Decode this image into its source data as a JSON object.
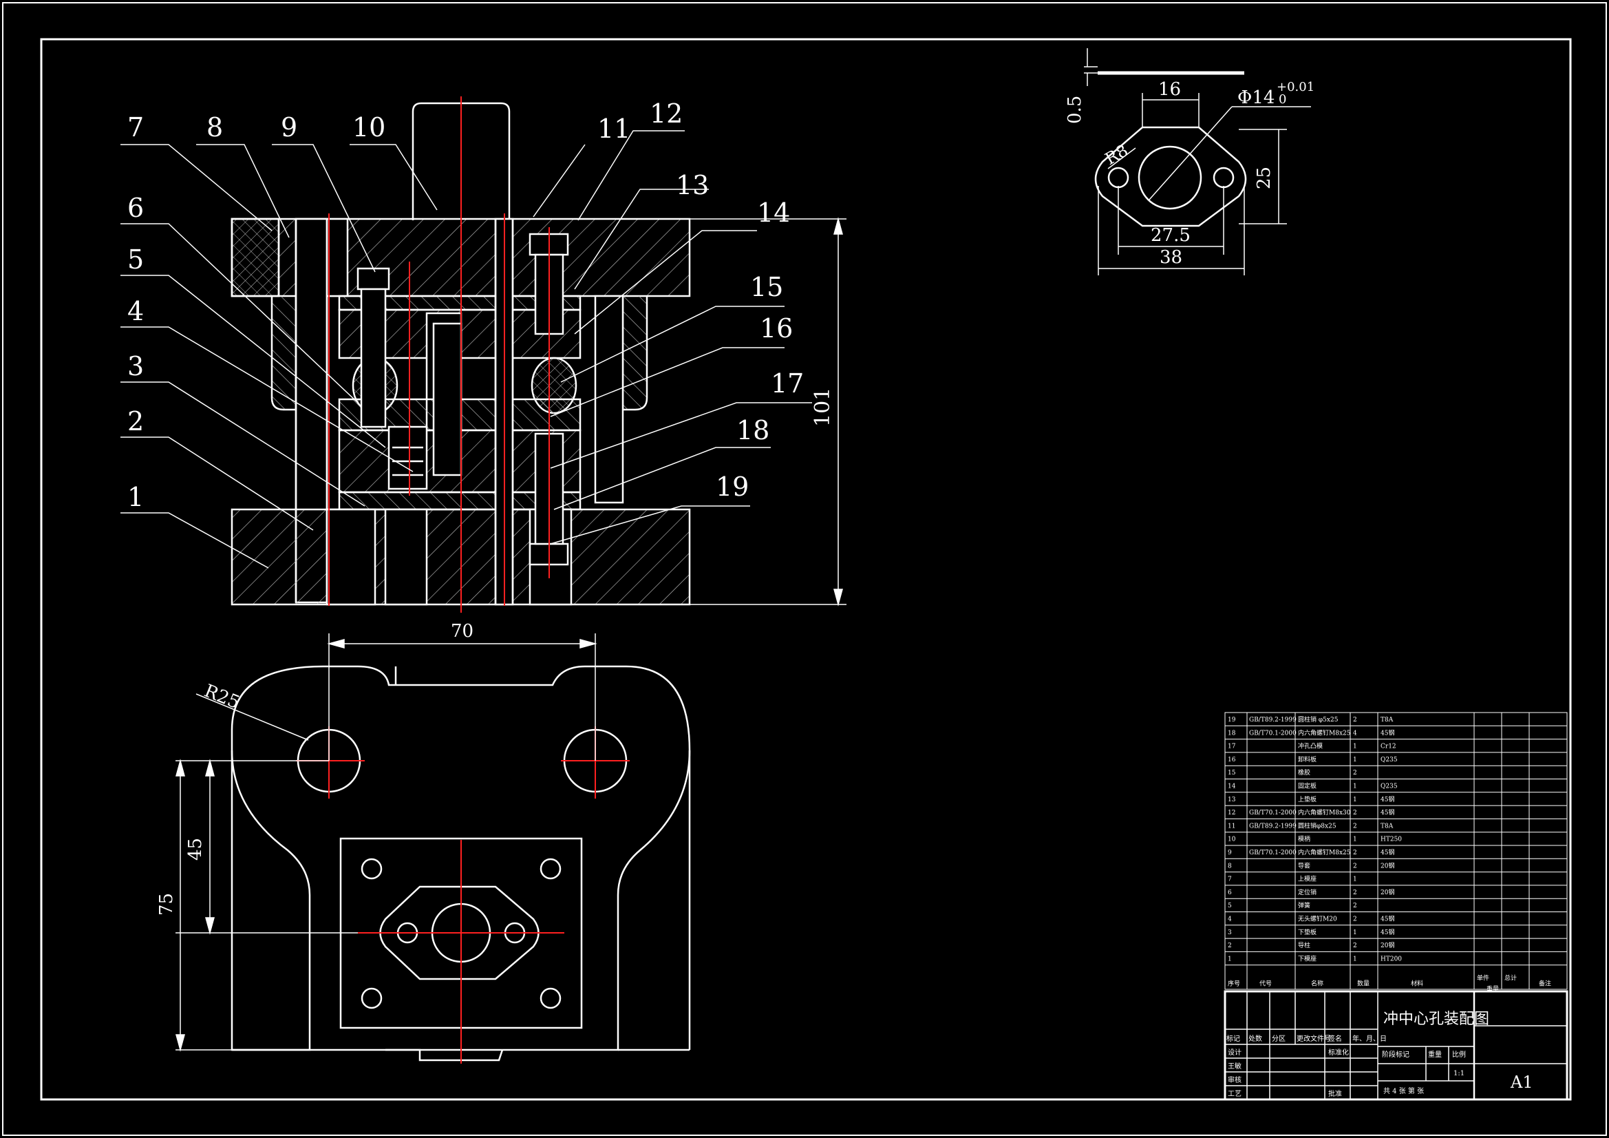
{
  "drawing": {
    "title_cn": "冲中心孔装配图",
    "sheet_size": "A1",
    "scale": "1:1",
    "sheet_info": "共 4 张  第  张"
  },
  "part_numbers": [
    "1",
    "2",
    "3",
    "4",
    "5",
    "6",
    "7",
    "8",
    "9",
    "10",
    "11",
    "12",
    "13",
    "14",
    "15",
    "16",
    "17",
    "18",
    "19"
  ],
  "dimensions": {
    "height_101": "101",
    "width_70": "70",
    "radius_r25": "R25",
    "height_45": "45",
    "height_75": "75",
    "thick_05": "0.5",
    "width_16": "16",
    "dia_phi14": "Φ14",
    "tol_upper": "+0.01",
    "tol_lower": "0",
    "radius_r8": "R8",
    "height_25": "25",
    "width_275": "27.5",
    "width_38": "38"
  },
  "bom": {
    "headers": [
      "序号",
      "代号",
      "名称",
      "数量",
      "材料",
      "单件",
      "总计",
      "备注"
    ],
    "weight_label": "重量",
    "rows": [
      [
        "19",
        "GB/T89.2-1999",
        "圆柱销 φ5x25",
        "2",
        "T8A"
      ],
      [
        "18",
        "GB/T70.1-2000",
        "内六角螺钉M8x25",
        "4",
        "45钢"
      ],
      [
        "17",
        "",
        "冲孔凸模",
        "1",
        "Cr12"
      ],
      [
        "16",
        "",
        "卸料板",
        "1",
        "Q235"
      ],
      [
        "15",
        "",
        "橡胶",
        "2",
        ""
      ],
      [
        "14",
        "",
        "固定板",
        "1",
        "Q235"
      ],
      [
        "13",
        "",
        "上垫板",
        "1",
        "45钢"
      ],
      [
        "12",
        "GB/T70.1-2000",
        "内六角螺钉M8x30",
        "2",
        "45钢"
      ],
      [
        "11",
        "GB/T89.2-1999",
        "圆柱销φ8x25",
        "2",
        "T8A"
      ],
      [
        "10",
        "",
        "模柄",
        "1",
        "HT250"
      ],
      [
        "9",
        "GB/T70.1-2000",
        "内六角螺钉M8x25",
        "2",
        "45钢"
      ],
      [
        "8",
        "",
        "导套",
        "2",
        "20钢"
      ],
      [
        "7",
        "",
        "上模座",
        "1",
        ""
      ],
      [
        "6",
        "",
        "定位销",
        "2",
        "20钢"
      ],
      [
        "5",
        "",
        "弹簧",
        "2",
        ""
      ],
      [
        "4",
        "",
        "无头螺钉M20",
        "2",
        "45钢"
      ],
      [
        "3",
        "",
        "下垫板",
        "1",
        "45钢"
      ],
      [
        "2",
        "",
        "导柱",
        "2",
        "20钢"
      ],
      [
        "1",
        "",
        "下模座",
        "1",
        "HT200"
      ]
    ]
  },
  "title_block": {
    "row_labels": [
      "标记",
      "处数",
      "分区",
      "更改文件号",
      "签名",
      "年、月、日"
    ],
    "design": "设计",
    "standard": "标准化",
    "check": "审核",
    "process": "工艺",
    "approve": "批准",
    "designer": "王敏",
    "stage_mark": "阶段标记",
    "weight": "重量",
    "scale_label": "比例"
  }
}
